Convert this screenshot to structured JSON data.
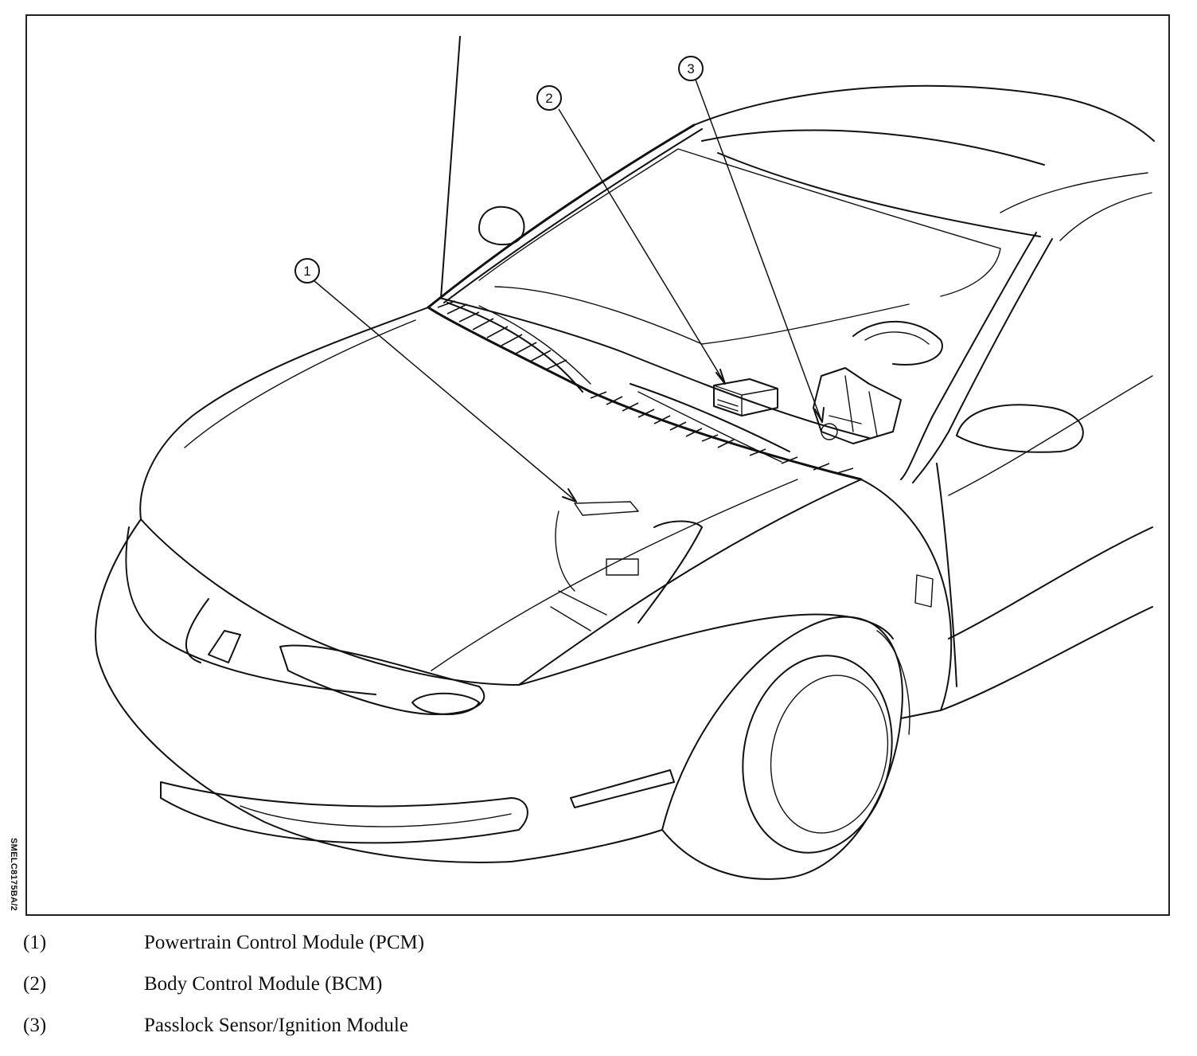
{
  "figure": {
    "code": "SMELC8175BA/2",
    "callouts": [
      "1",
      "2",
      "3"
    ]
  },
  "legend": [
    {
      "num": "(1)",
      "label": "Powertrain Control Module (PCM)"
    },
    {
      "num": "(2)",
      "label": "Body Control Module (BCM)"
    },
    {
      "num": "(3)",
      "label": "Passlock Sensor/Ignition Module"
    }
  ]
}
